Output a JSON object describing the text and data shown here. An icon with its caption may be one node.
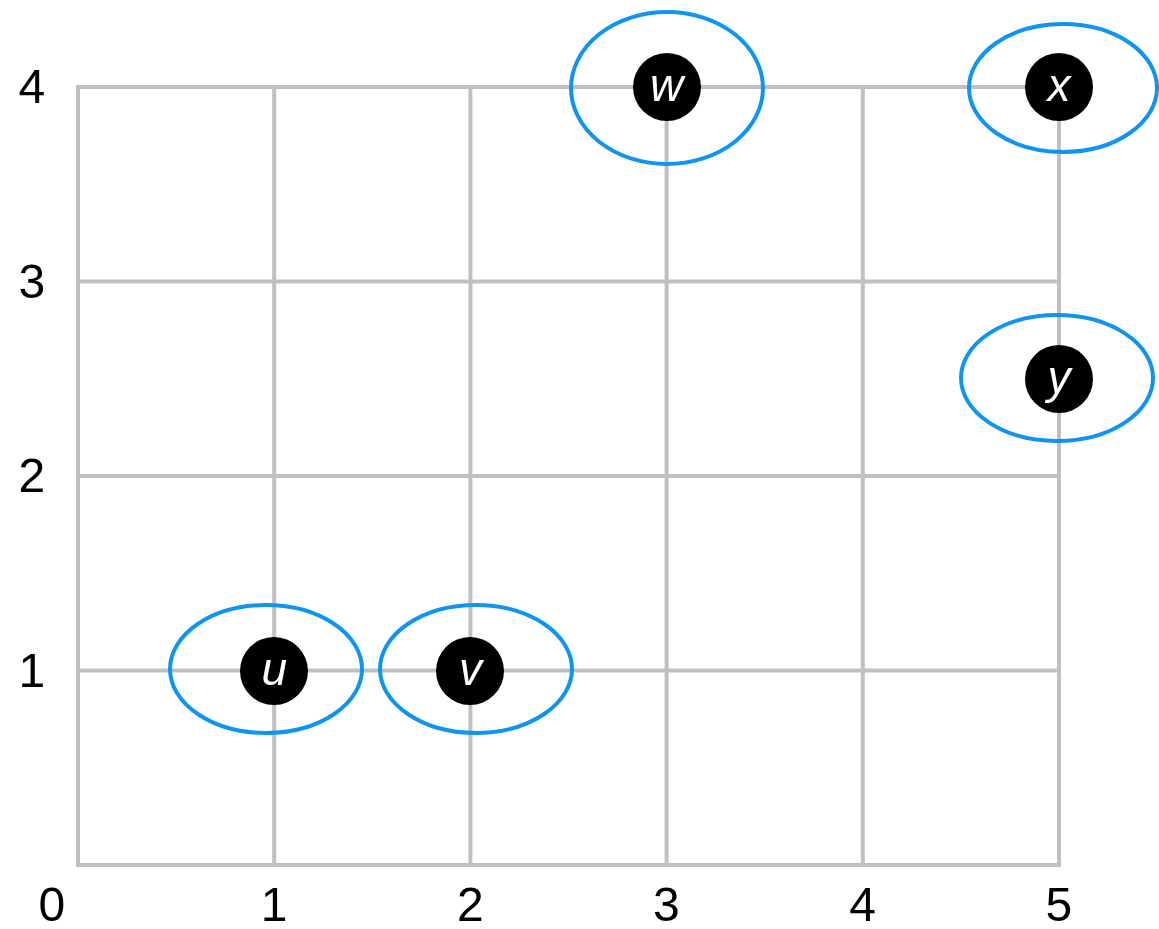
{
  "diagram": {
    "nodes": [
      {
        "text": [
          "w"
        ]
      },
      {
        "text": [
          "x"
        ]
      },
      {
        "text": [
          "y"
        ]
      },
      {
        "text": [
          "u"
        ]
      },
      {
        "text": [
          "v"
        ]
      }
    ],
    "labels": [
      "4",
      "3",
      "2",
      "1",
      "0",
      "1",
      "2",
      "3",
      "4",
      "5"
    ]
  }
}
